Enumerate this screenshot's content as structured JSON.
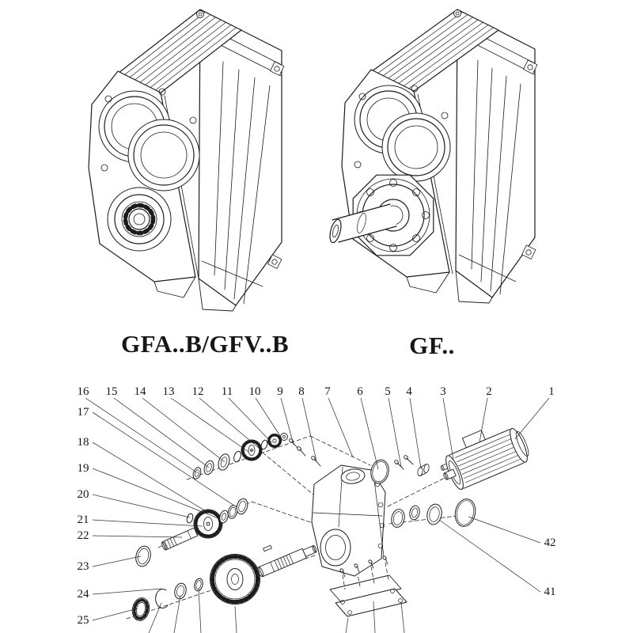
{
  "palette": {
    "ink": "#1c1c1c",
    "paper": "#ffffff",
    "leader": "#333333"
  },
  "models": {
    "left_label": "GFA..B/GFV..B",
    "right_label": "GF.."
  },
  "exploded": {
    "top_numbers": [
      "16",
      "15",
      "14",
      "13",
      "12",
      "11",
      "10",
      "9",
      "8",
      "7",
      "6",
      "5",
      "4",
      "3",
      "2",
      "1"
    ],
    "left_numbers": [
      "17",
      "18",
      "19",
      "20",
      "21",
      "22",
      "23",
      "24",
      "25"
    ],
    "right_numbers": [
      "42",
      "41"
    ]
  }
}
